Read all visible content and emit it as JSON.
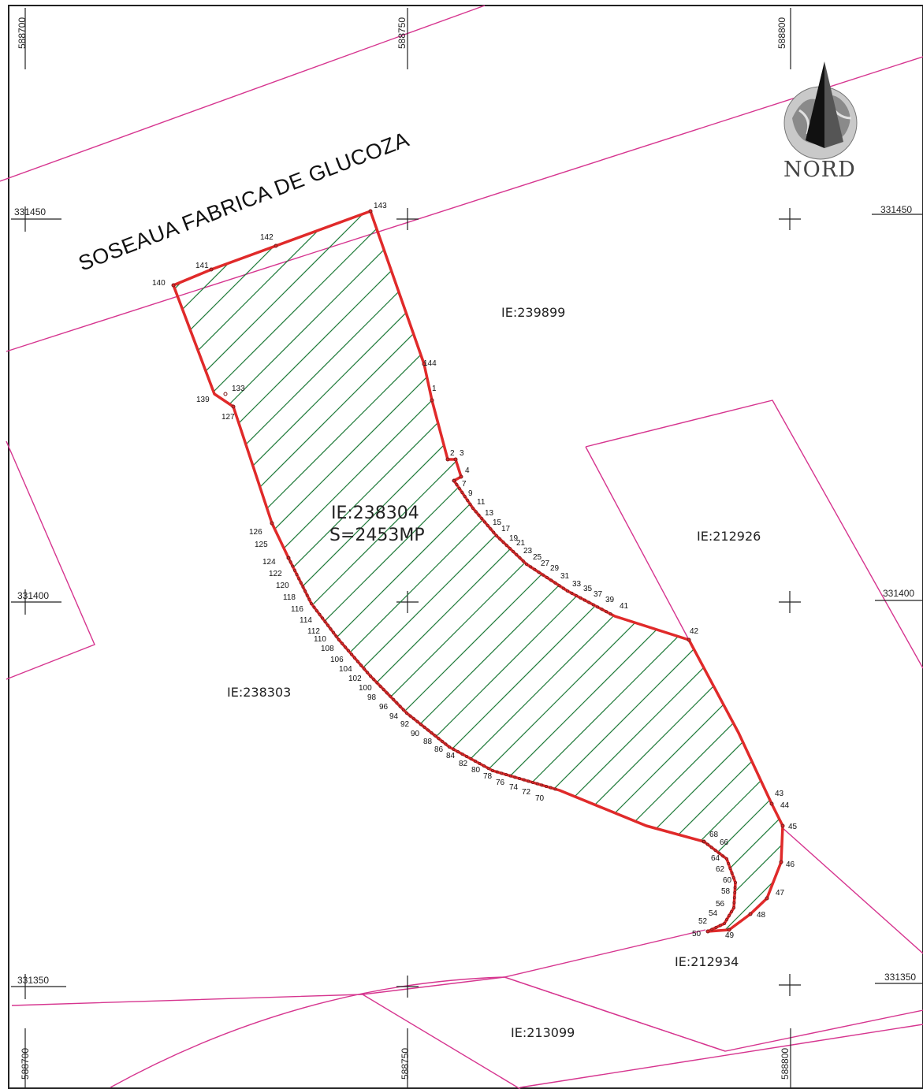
{
  "street": {
    "name": "SOSEAUA FABRICA DE GLUCOZA"
  },
  "north": {
    "label": "NORD"
  },
  "grid": {
    "easting_top": [
      "588700",
      "588750",
      "588800"
    ],
    "easting_bottom": [
      "588700",
      "588750",
      "588800"
    ],
    "northing_left": [
      "331450",
      "331400",
      "331350"
    ],
    "northing_right": [
      "331450",
      "331400",
      "331350"
    ]
  },
  "main_parcel": {
    "id": "IE:238304",
    "area": "S=2453MP"
  },
  "neighbors": [
    {
      "id": "IE:239899"
    },
    {
      "id": "IE:212926"
    },
    {
      "id": "IE:238303"
    },
    {
      "id": "IE:212934"
    },
    {
      "id": "IE:213099"
    }
  ],
  "vertices": [
    "143",
    "142",
    "141",
    "140",
    "139",
    "133",
    "127",
    "144",
    "1",
    "2",
    "3",
    "4",
    "7",
    "9",
    "11",
    "13",
    "15",
    "17",
    "19",
    "21",
    "23",
    "25",
    "27",
    "29",
    "31",
    "33",
    "35",
    "37",
    "39",
    "41",
    "42",
    "43",
    "44",
    "45",
    "46",
    "47",
    "48",
    "49",
    "50",
    "52",
    "54",
    "56",
    "58",
    "60",
    "62",
    "64",
    "66",
    "68",
    "70",
    "72",
    "74",
    "76",
    "78",
    "80",
    "82",
    "84",
    "86",
    "88",
    "90",
    "92",
    "94",
    "96",
    "98",
    "100",
    "102",
    "104",
    "106",
    "108",
    "110",
    "112",
    "114",
    "116",
    "118",
    "120",
    "122",
    "124",
    "125",
    "126"
  ],
  "colors": {
    "boundary": "#e02a2a",
    "hatch": "#1f7a3a",
    "parcel_lines": "#d6358f",
    "frame": "#222222"
  }
}
